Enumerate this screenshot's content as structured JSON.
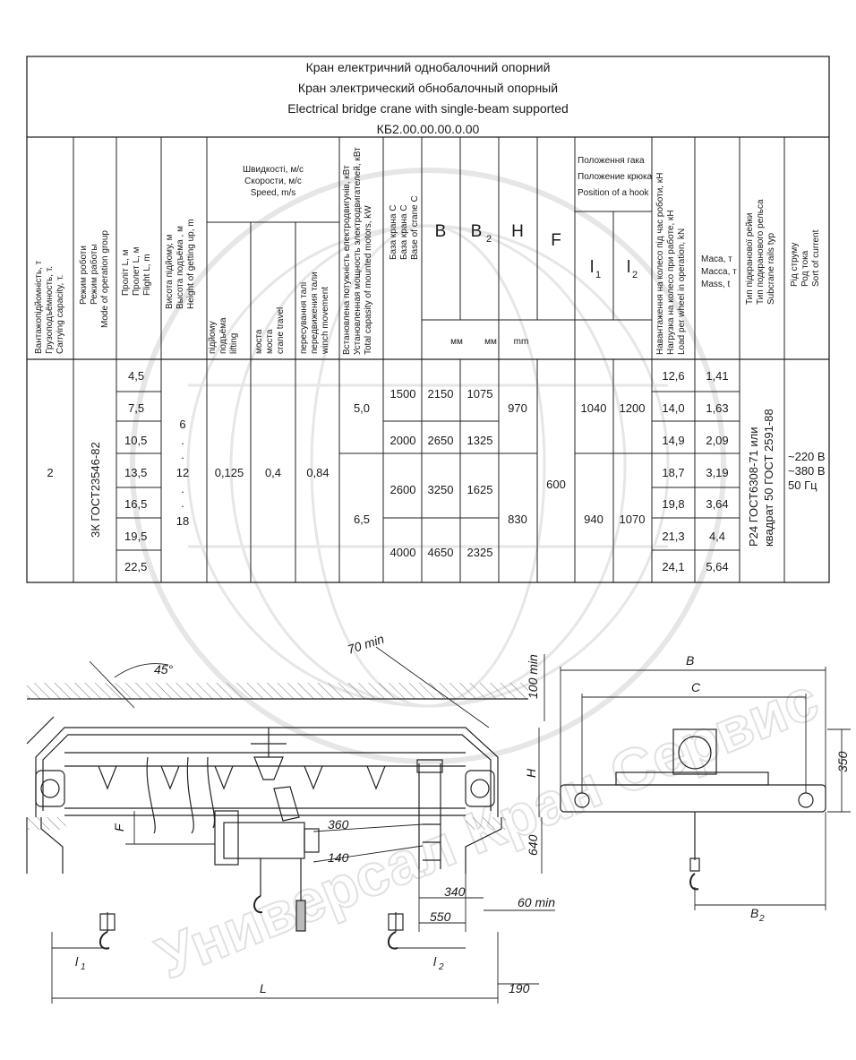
{
  "title": {
    "line1": "Кран електричний однобалочний опорний",
    "line2": "Кран электрический обнобалочный опорный",
    "line3": "Electrical bridge crane with single-beam supported",
    "code": "КБ2.00.00.00.0.00"
  },
  "headers": {
    "capacity": [
      "Вантажопідйомність, т",
      "Грузоподъёмность, т.",
      "Carrying capacity, т."
    ],
    "mode": [
      "Режим  роботи",
      "Режим  работы",
      "Mode of operation group"
    ],
    "span": [
      "Проліт L, м",
      "Пролет L, м",
      "Flight  L, m"
    ],
    "height": [
      "Висота підйому, м",
      "Высота подъёма , м",
      "Height of getting up, m"
    ],
    "speed_group": [
      "Швидкості, м/с",
      "Скорости, м/с",
      "Speed, m/s"
    ],
    "speed_lift": [
      "підйому",
      "подъёма",
      "lifting"
    ],
    "speed_crane": [
      "моста",
      "моста",
      "crane travel"
    ],
    "speed_hoist": [
      "пересування талі",
      "передвижения тали",
      "winch movement"
    ],
    "power": [
      "Встановлена потужність електродвигунів, кВт",
      "Установленная мощность электродвигателей, кВт",
      "Total capasity of mounted motors, kW"
    ],
    "base": [
      "База крана С",
      "База крана С",
      "Base of crane C"
    ],
    "col_B": "B",
    "col_B2": "B",
    "col_B2_sub": "2",
    "col_H": "H",
    "col_F": "F",
    "hook_group": [
      "Положення гака",
      "Положение крюка",
      "Position of a hook"
    ],
    "col_l1": "l",
    "col_l1_sub": "1",
    "col_l2": "l",
    "col_l2_sub": "2",
    "mm1": "мм",
    "mm2": "мм",
    "mm3": "mm",
    "load": [
      "Навантаження на колесо під час роботи, кН",
      "Нагрузка на колесо при работе, кН",
      "Load per wheel in operation, kN"
    ],
    "mass": [
      "Маса, т",
      "Масса, т",
      "Mass, t"
    ],
    "rail": [
      "Тип підкранової рейки",
      "Тип подкранового рельса",
      "Subcrane rails typ"
    ],
    "current": [
      "Рід струму",
      "Род тока",
      "Sort of current"
    ]
  },
  "body": {
    "capacity": "2",
    "mode": "3К ГОСТ23546-82",
    "spans": [
      "4,5",
      "7,5",
      "10,5",
      "13,5",
      "16,5",
      "19,5",
      "22,5"
    ],
    "height": [
      "6",
      ".",
      ".",
      "12",
      ".",
      ".",
      "18"
    ],
    "speed_lift": "0,125",
    "speed_crane": "0,4",
    "speed_hoist": "0,84",
    "power": [
      "5,0",
      "6,5"
    ],
    "base_rows": [
      [
        "1500",
        "2150",
        "1075"
      ],
      [
        "2000",
        "2650",
        "1325"
      ],
      [
        "2600",
        "3250",
        "1625"
      ],
      [
        "4000",
        "4650",
        "2325"
      ]
    ],
    "H": [
      "970",
      "830"
    ],
    "F": "600",
    "l1l2": [
      [
        "1040",
        "1200"
      ],
      [
        "940",
        "1070"
      ]
    ],
    "load": [
      "12,6",
      "14,0",
      "14,9",
      "18,7",
      "19,8",
      "21,3",
      "24,1"
    ],
    "mass": [
      "1,41",
      "1,63",
      "2,09",
      "3,19",
      "3,64",
      "4,4",
      "5,64"
    ],
    "rail": [
      "Р24  ГОСТ6308-71 или",
      "квадрат 50 ГОСТ 2591-88"
    ],
    "current": [
      "~220 В",
      "~380 В",
      "50 Гц"
    ]
  },
  "watermark": "Универсал Кран Сервис",
  "dims": {
    "angle": "45°",
    "min70": "70 min",
    "min100": "100 min",
    "H": "H",
    "F": "F",
    "d360": "360",
    "d140": "140",
    "d640": "640",
    "d340": "340",
    "d550": "550",
    "min60": "60 min",
    "l1": "l",
    "l1_sub": "1",
    "l2": "l",
    "l2_sub": "2",
    "L": "L",
    "d190": "190",
    "B": "B",
    "C": "C",
    "d350": "350",
    "B2": "B",
    "B2_sub": "2"
  }
}
